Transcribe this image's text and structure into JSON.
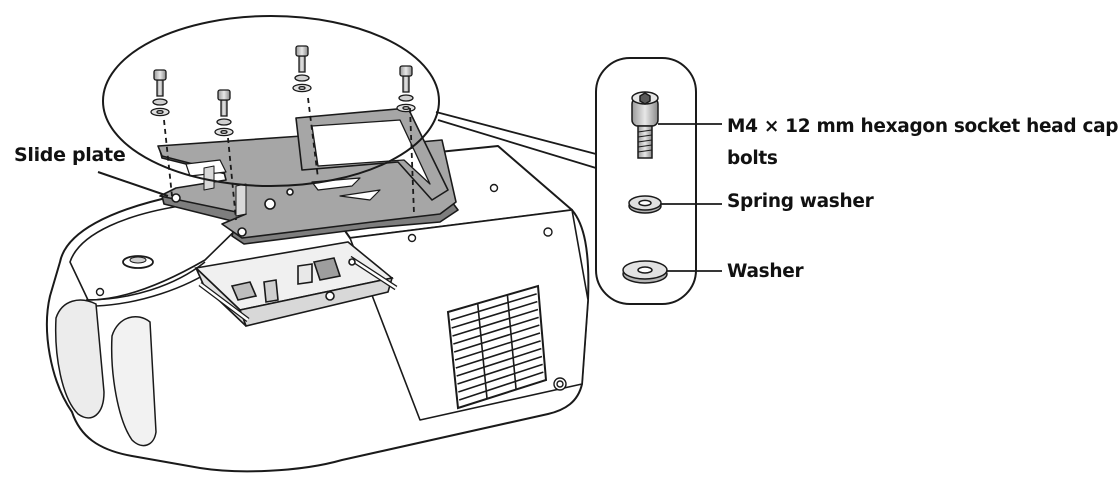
{
  "labels": {
    "slide_plate": "Slide plate",
    "bolt_line1": "M4 × 12 mm hexagon socket head cap",
    "bolt_line2": "bolts",
    "spring_washer": "Spring washer",
    "washer": "Washer"
  },
  "colors": {
    "outline": "#1a1a1a",
    "plate_fill": "#a6a6a6",
    "plate_dark": "#8a8a8a",
    "body_fill": "#ffffff",
    "shade": "#d6d6d6",
    "background": "#ffffff"
  }
}
